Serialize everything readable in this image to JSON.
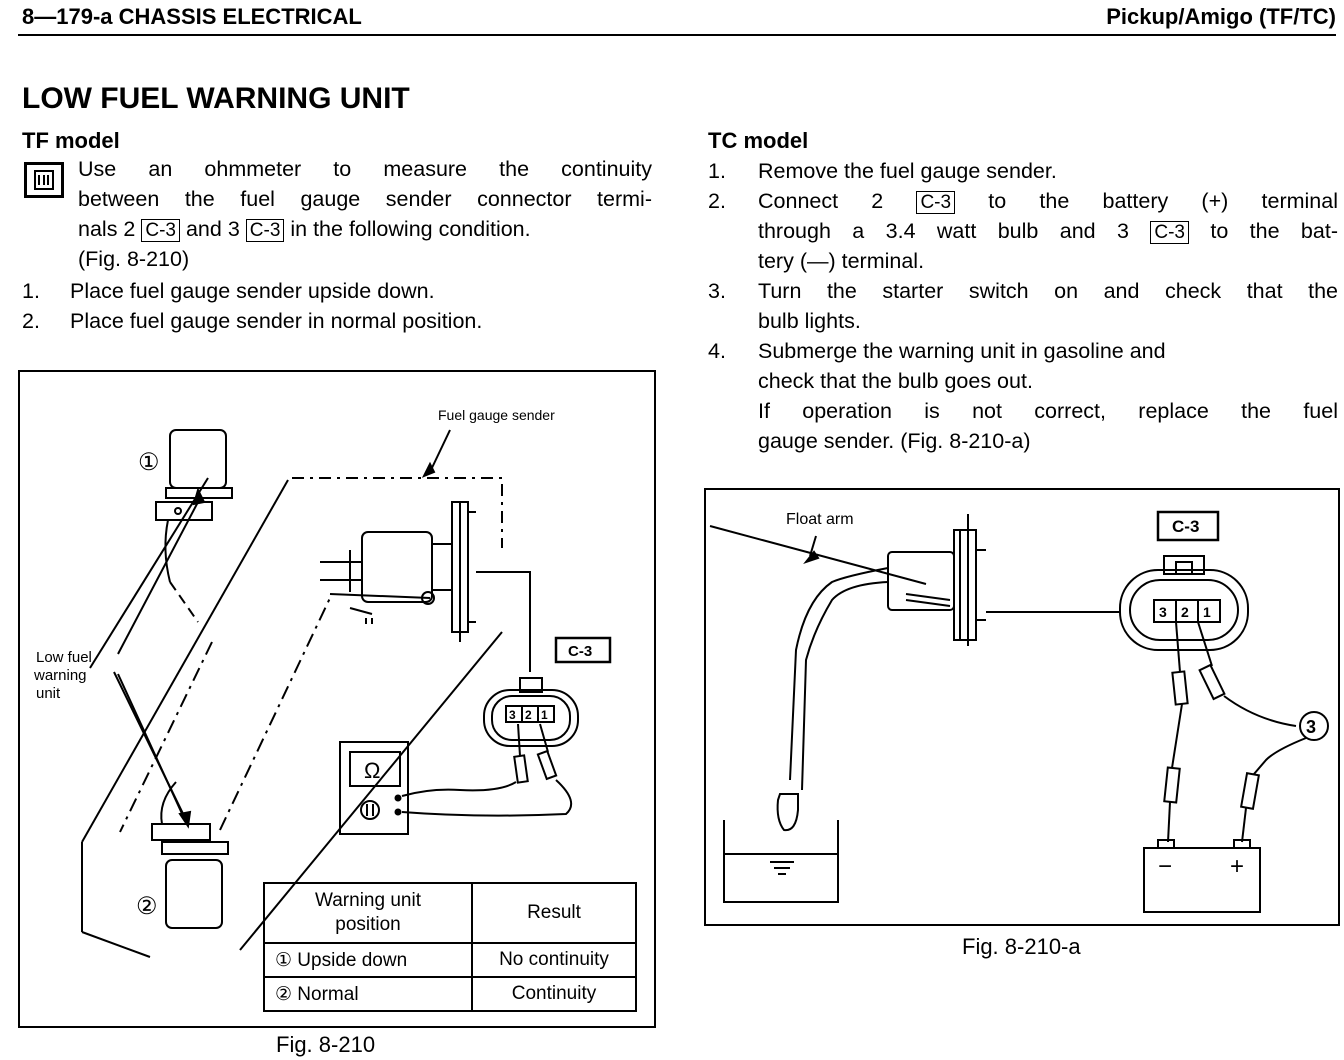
{
  "header": {
    "left": "8—179-a  CHASSIS ELECTRICAL",
    "right": "Pickup/Amigo (TF/TC)"
  },
  "section_title": "LOW FUEL WARNING UNIT",
  "tf": {
    "heading": "TF model",
    "intro_line1": "Use an ohmmeter to measure the continuity",
    "intro_line2": "between the fuel gauge sender connector termi-",
    "intro_line3_a": "nals 2",
    "intro_line3_b": "and 3",
    "intro_line3_c": "in the following condition.",
    "intro_line4": "(Fig. 8-210)",
    "connector_code": "C-3",
    "steps": [
      {
        "num": "1.",
        "text": "Place fuel gauge sender upside down."
      },
      {
        "num": "2.",
        "text": "Place fuel gauge sender in normal position."
      }
    ]
  },
  "tc": {
    "heading": "TC model",
    "step1_num": "1.",
    "step1": "Remove the fuel gauge sender.",
    "step2_num": "2.",
    "step2_a": "Connect 2",
    "step2_b": "to the battery (+) terminal",
    "step2_c": "through a 3.4 watt bulb and 3",
    "step2_d": "to the bat-",
    "step2_e": "tery (—) terminal.",
    "step3_num": "3.",
    "step3_a": "Turn the starter switch on and check that the",
    "step3_b": "bulb lights.",
    "step4_num": "4.",
    "step4_a": "Submerge the warning unit in gasoline and",
    "step4_b": "check that the bulb goes out.",
    "step4_c": "If operation is not correct, replace the fuel",
    "step4_d": "gauge sender. (Fig. 8-210-a)"
  },
  "fig1": {
    "caption": "Fig. 8-210",
    "label_sender": "Fuel gauge sender",
    "label_low1": "Low fuel",
    "label_low2": "warning",
    "label_low3": "unit",
    "marker1": "①",
    "marker2": "②",
    "connector": "C-3",
    "pins": [
      "3",
      "2",
      "1"
    ],
    "meter_symbol": "Ω",
    "table": {
      "header_col1_line1": "Warning unit",
      "header_col1_line2": "position",
      "header_col2": "Result",
      "rows": [
        {
          "position": "① Upside down",
          "result": "No continuity"
        },
        {
          "position": "② Normal",
          "result": "Continuity"
        }
      ]
    }
  },
  "fig2": {
    "caption": "Fig. 8-210-a",
    "label_float": "Float arm",
    "connector": "C-3",
    "pins": [
      "3",
      "2",
      "1"
    ],
    "minus": "−",
    "plus": "+"
  }
}
